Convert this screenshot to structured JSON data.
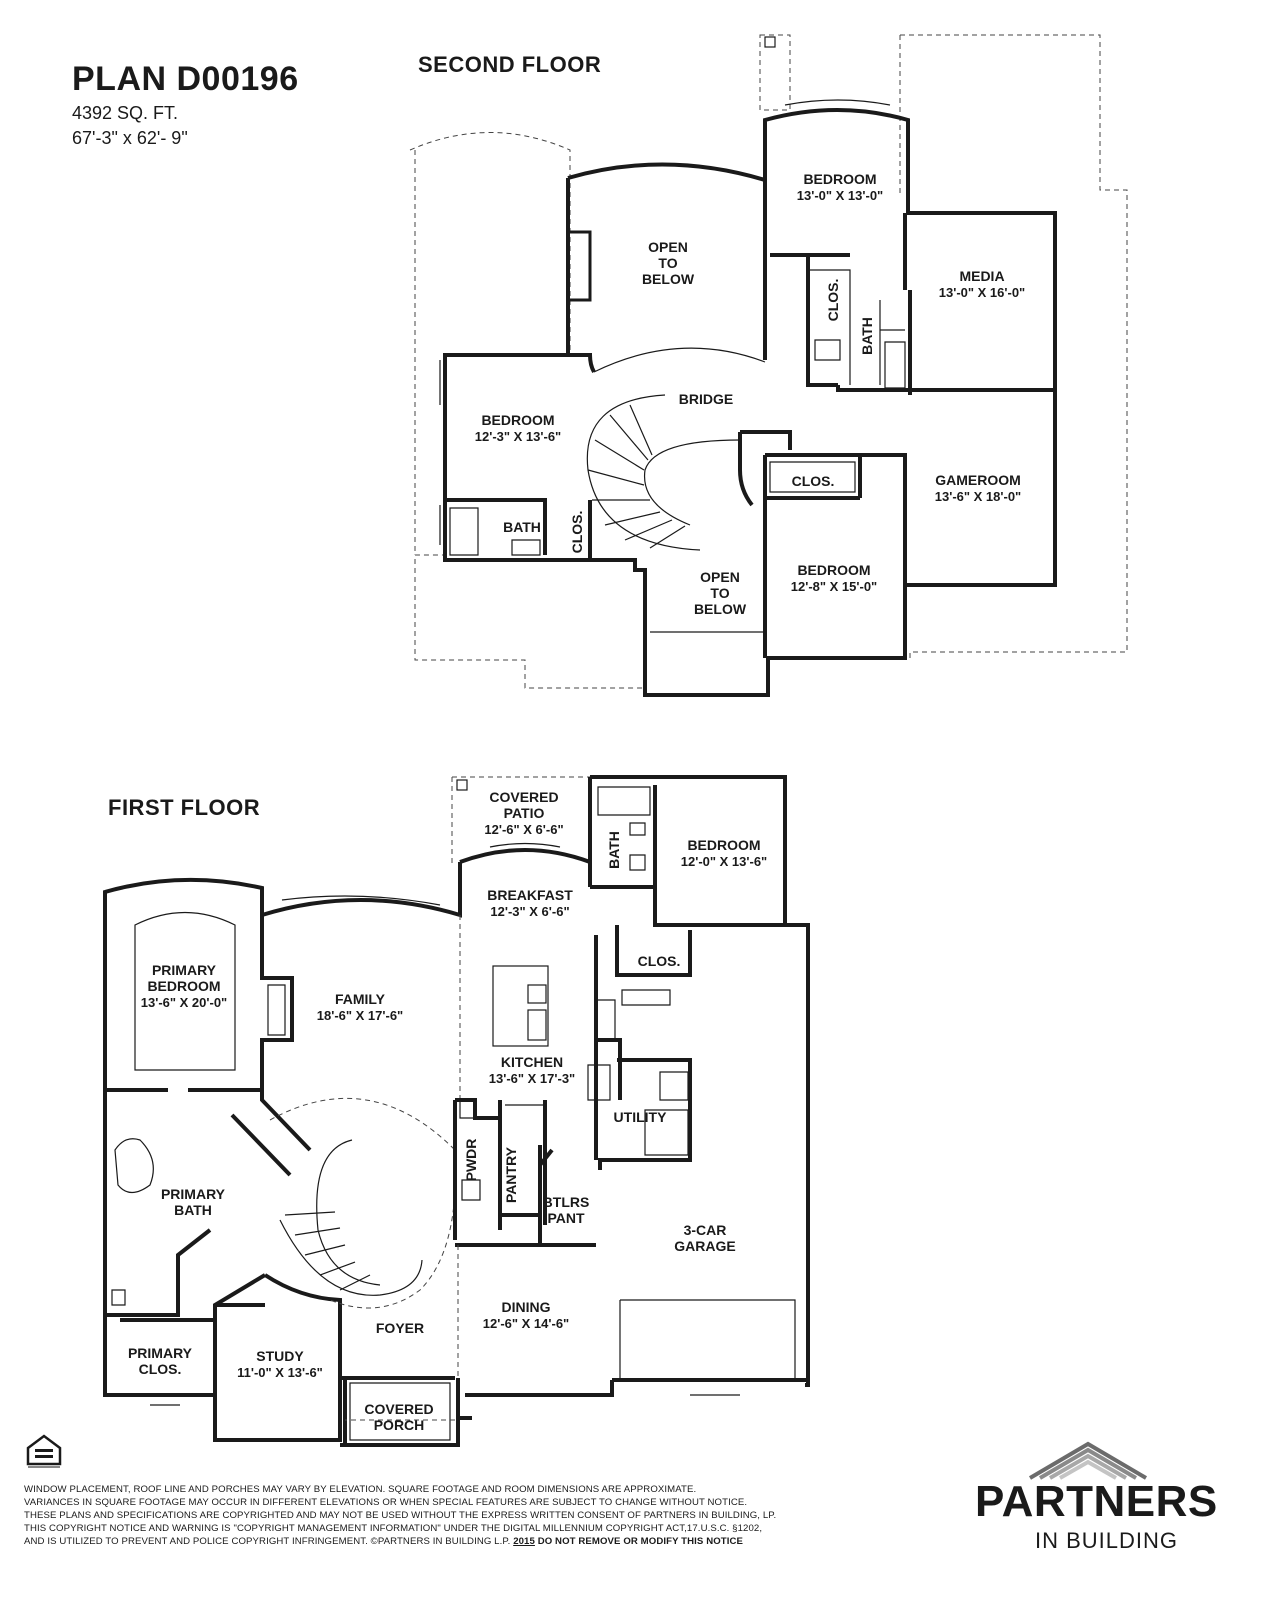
{
  "plan": {
    "title": "PLAN D00196",
    "sqft": "4392 SQ. FT.",
    "dimensions": "67'-3\" x 62'- 9\""
  },
  "second_floor": {
    "label": "SECOND FLOOR",
    "rooms": [
      {
        "name": "BEDROOM",
        "dim": "13'-0\" X 13'-0\""
      },
      {
        "name": "OPEN",
        "line2": "TO",
        "line3": "BELOW"
      },
      {
        "name": "MEDIA",
        "dim": "13'-0\" X 16'-0\""
      },
      {
        "name": "CLOS."
      },
      {
        "name": "BATH"
      },
      {
        "name": "BEDROOM",
        "dim": "12'-3\" X 13'-6\""
      },
      {
        "name": "BRIDGE"
      },
      {
        "name": "GAMEROOM",
        "dim": "13'-6\" X 18'-0\""
      },
      {
        "name": "CLOS."
      },
      {
        "name": "BATH"
      },
      {
        "name": "CLOS."
      },
      {
        "name": "OPEN",
        "line2": "TO",
        "line3": "BELOW"
      },
      {
        "name": "BEDROOM",
        "dim": "12'-8\" X 15'-0\""
      }
    ]
  },
  "first_floor": {
    "label": "FIRST FLOOR",
    "rooms": [
      {
        "name": "COVERED",
        "line2": "PATIO",
        "dim": "12'-6\" X 6'-6\""
      },
      {
        "name": "BATH"
      },
      {
        "name": "BEDROOM",
        "dim": "12'-0\" X 13'-6\""
      },
      {
        "name": "BREAKFAST",
        "dim": "12'-3\" X 6'-6\""
      },
      {
        "name": "CLOS."
      },
      {
        "name": "PRIMARY",
        "line2": "BEDROOM",
        "dim": "13'-6\" X 20'-0\""
      },
      {
        "name": "FAMILY",
        "dim": "18'-6\" X 17'-6\""
      },
      {
        "name": "KITCHEN",
        "dim": "13'-6\" X 17'-3\""
      },
      {
        "name": "UTILITY"
      },
      {
        "name": "PWDR"
      },
      {
        "name": "PANTRY"
      },
      {
        "name": "PRIMARY",
        "line2": "BATH"
      },
      {
        "name": "BTLRS",
        "line2": "PANT"
      },
      {
        "name": "3-CAR",
        "line2": "GARAGE"
      },
      {
        "name": "DINING",
        "dim": "12'-6\" X 14'-6\""
      },
      {
        "name": "FOYER"
      },
      {
        "name": "PRIMARY",
        "line2": "CLOS."
      },
      {
        "name": "STUDY",
        "dim": "11'-0\" X 13'-6\""
      },
      {
        "name": "COVERED",
        "line2": "PORCH"
      }
    ]
  },
  "disclaimer": [
    "WINDOW PLACEMENT, ROOF LINE AND PORCHES MAY VARY BY ELEVATION.  SQUARE FOOTAGE AND ROOM DIMENSIONS ARE APPROXIMATE.",
    "VARIANCES IN SQUARE FOOTAGE MAY OCCUR IN DIFFERENT ELEVATIONS OR WHEN SPECIAL FEATURES ARE SUBJECT TO CHANGE WITHOUT NOTICE.",
    "THESE PLANS AND SPECIFICATIONS ARE COPYRIGHTED AND MAY NOT BE USED WITHOUT THE EXPRESS WRITTEN CONSENT OF PARTNERS IN BUILDING, LP.",
    "THIS COPYRIGHT NOTICE AND WARNING IS \"COPYRIGHT MANAGEMENT INFORMATION\" UNDER THE DIGITAL MILLENNIUM COPYRIGHT ACT,17.U.S.C. §1202,",
    "AND IS UTILIZED TO PREVENT AND POLICE COPYRIGHT INFRINGEMENT. ©PARTNERS IN BUILDING L.P.",
    "2015",
    "DO NOT REMOVE OR MODIFY THIS NOTICE"
  ],
  "logo": {
    "word": "PARTNERS",
    "sub": "IN BUILDING",
    "icon": "roof-chevron-icon"
  },
  "eho_icon": "equal-housing-opportunity-icon"
}
